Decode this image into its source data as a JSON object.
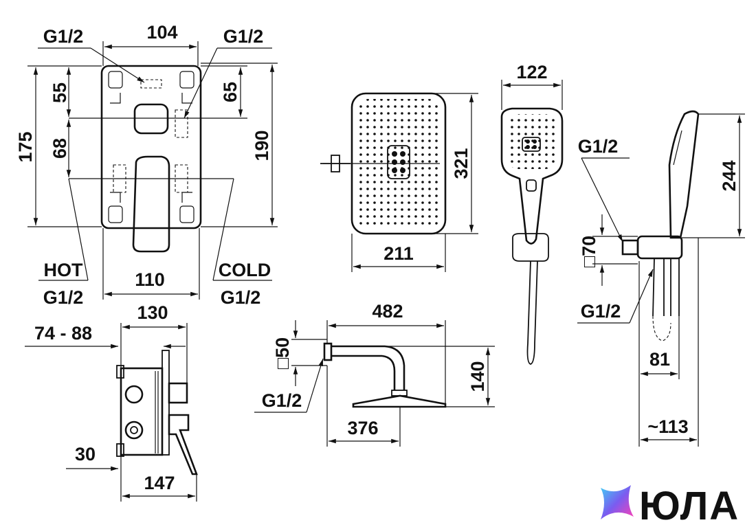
{
  "labels": {
    "top_width": "104",
    "g12_top_left": "G1/2",
    "g12_top_right": "G1/2",
    "dim_55": "55",
    "dim_65": "65",
    "dim_175": "175",
    "dim_68": "68",
    "dim_190": "190",
    "hot": "HOT",
    "hot_thread": "G1/2",
    "bottom_width": "110",
    "cold": "COLD",
    "cold_thread": "G1/2",
    "dim_130": "130",
    "dim_74_88": "74 - 88",
    "dim_30": "30",
    "dim_147": "147",
    "dim_321": "321",
    "dim_211": "211",
    "dim_122": "122",
    "dim_244": "244",
    "g12_holder": "G1/2",
    "sq70": "□70",
    "g12_hose": "G1/2",
    "dim_81": "81",
    "dim_113": "~113",
    "dim_482": "482",
    "sq50": "□50",
    "dim_140": "140",
    "g12_arm": "G1/2",
    "dim_376": "376"
  },
  "logo": {
    "text": "ЮЛА",
    "gradient_colors": [
      "#3fd0f5",
      "#7a5cf0",
      "#ff3fb4"
    ]
  }
}
